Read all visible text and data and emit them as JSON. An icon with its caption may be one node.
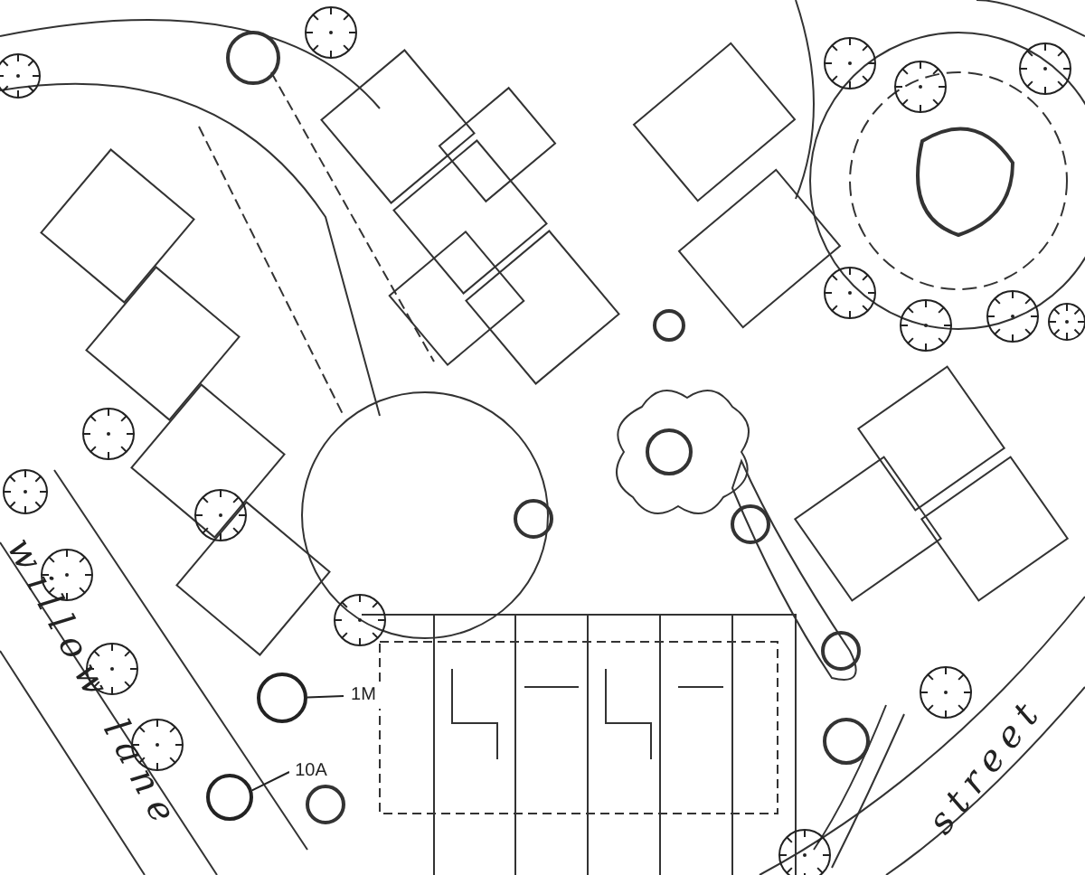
{
  "diagram": {
    "nodes": [
      {
        "text": [
          "1M"
        ]
      },
      {
        "text": [],
        "shape": "circle"
      },
      {
        "text": [
          "10A"
        ]
      },
      {
        "text": [],
        "shape": "circle"
      }
    ],
    "edges": [
      {
        "from": 0,
        "to": 1,
        "arrow": "none"
      },
      {
        "from": 2,
        "to": 3,
        "arrow": "none"
      }
    ],
    "labels": [
      "willow lane",
      "street"
    ]
  }
}
